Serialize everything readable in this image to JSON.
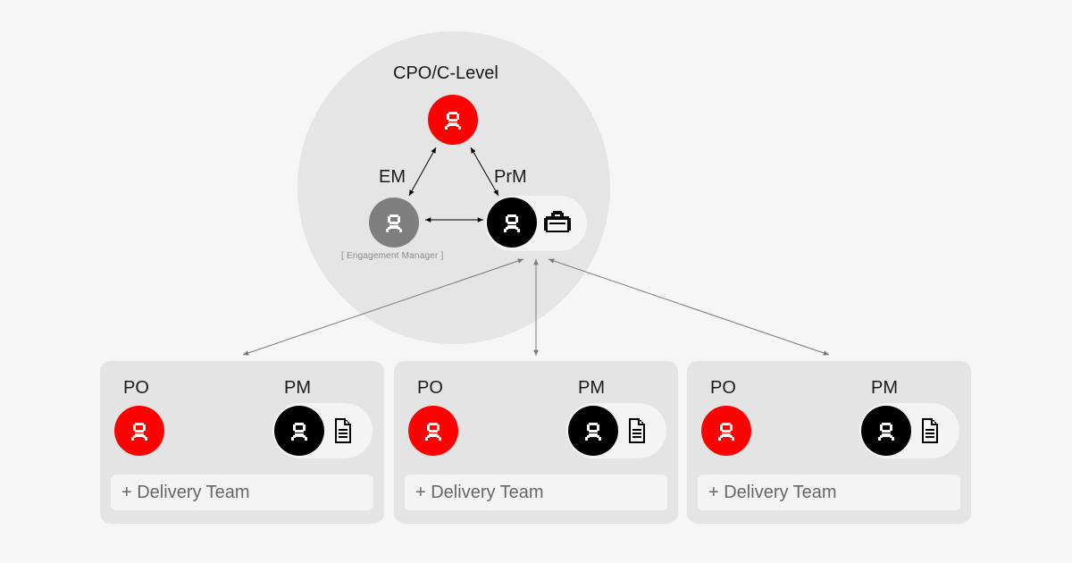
{
  "leadership": {
    "title": "CPO/C-Level",
    "em_label": "EM",
    "em_caption": "[ Engagement Manager ]",
    "prm_label": "PrM"
  },
  "teams": [
    {
      "po_label": "PO",
      "pm_label": "PM",
      "footer": "+ Delivery Team"
    },
    {
      "po_label": "PO",
      "pm_label": "PM",
      "footer": "+ Delivery Team"
    },
    {
      "po_label": "PO",
      "pm_label": "PM",
      "footer": "+ Delivery Team"
    }
  ],
  "icons": {
    "person": "person-icon",
    "briefcase": "briefcase-icon",
    "document": "document-icon"
  },
  "colors": {
    "red": "#ff0000",
    "gray": "#7f7f7f",
    "black": "#000000",
    "background": "#f6f6f6",
    "circle": "#e5e5e5",
    "card": "#e4e4e4"
  }
}
